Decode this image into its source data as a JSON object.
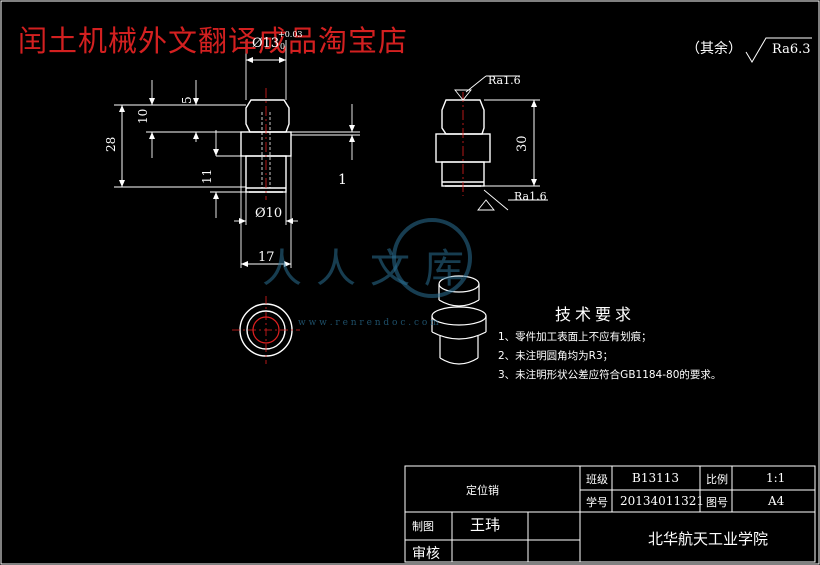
{
  "watermark": "闰土机械外文翻译成品淘宝店",
  "surface_finish": {
    "rest_label": "（其余）",
    "rest_value": "Ra6.3",
    "top_callout": "Ra1.6",
    "bottom_callout": "Ra1.6"
  },
  "dimensions": {
    "dia13": "Ø13",
    "dia13_upper": "+0.03",
    "dia13_lower": "0",
    "d5": "5",
    "d10": "10",
    "d28": "28",
    "d11": "11",
    "d1": "1",
    "dia10": "Ø10",
    "d17": "17",
    "d30": "30"
  },
  "technical_requirements": {
    "title": "技术要求",
    "items": [
      "1、零件加工表面上不应有划痕；",
      "2、未注明圆角均为R3；",
      "3、未注明形状公差应符合GB1184-80的要求。"
    ]
  },
  "logo_watermark": {
    "text": "人人文库",
    "url": "w w w . r e n r e n d o c . c o m"
  },
  "title_block": {
    "part_name": "定位销",
    "material_label": "班级",
    "material_value": "B13113",
    "scale_label": "比例",
    "scale_value": "1:1",
    "student_no_label": "学号",
    "student_no_value": "20134011321",
    "drawing_no_label": "图号",
    "drawing_no_value": "A4",
    "drawn_label": "制图",
    "drawn_value": "王玮",
    "review_label": "审核",
    "school": "北华航天工业学院"
  },
  "colors": {
    "background": "#000000",
    "line": "#ffffff",
    "watermark": "#d32020",
    "accent_red": "#e02020",
    "logo": "#2a6f93"
  }
}
